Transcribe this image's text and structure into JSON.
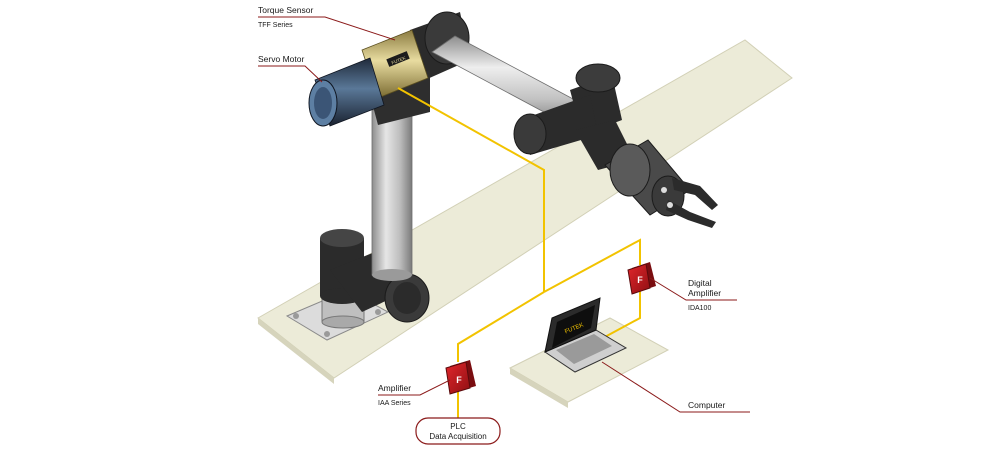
{
  "labels": {
    "torque_sensor": {
      "title": "Torque Sensor",
      "series": "TFF Series"
    },
    "servo_motor": {
      "title": "Servo Motor"
    },
    "digital_amplifier": {
      "title_line1": "Digital",
      "title_line2": "Amplifier",
      "model": "IDA100"
    },
    "amplifier": {
      "title": "Amplifier",
      "series": "IAA Series"
    },
    "computer": {
      "title": "Computer"
    },
    "plc": {
      "line1": "PLC",
      "line2": "Data Acquisition"
    }
  },
  "sensor_band_text": "FUTEK",
  "laptop_screen_text": "FUTEK",
  "amplifier_logo": "F",
  "colors": {
    "cable": "#f2c300",
    "leader_line": "#8b1a1a",
    "amplifier_red": "#c4161c",
    "robot_dark": "#2b2b2b",
    "robot_tube": "#c9c9c9",
    "platform": "#ecebd8"
  }
}
